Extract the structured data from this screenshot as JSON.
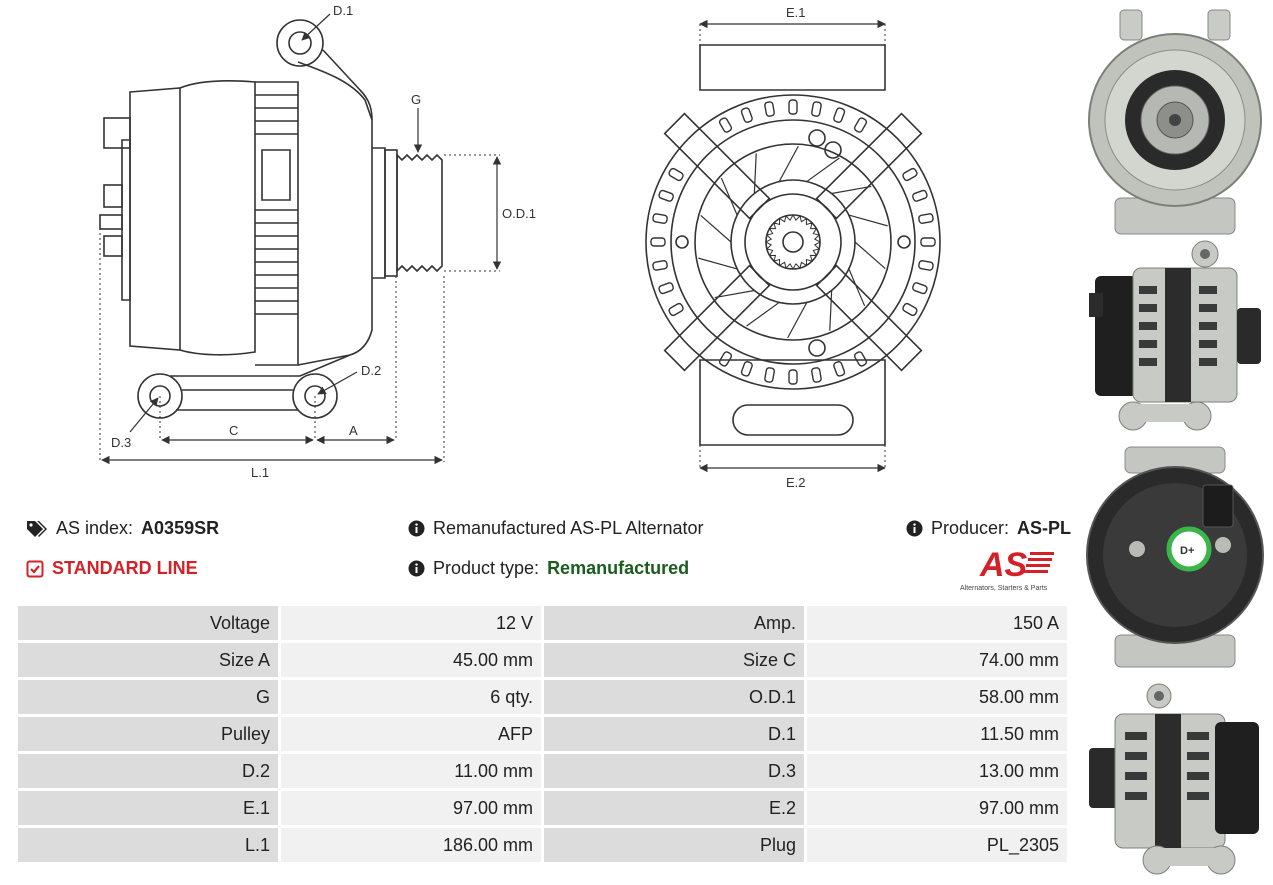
{
  "drawing_labels": {
    "d1": "D.1",
    "g": "G",
    "od1": "O.D.1",
    "d2": "D.2",
    "d3": "D.3",
    "c": "C",
    "a": "A",
    "l1": "L.1",
    "e1": "E.1",
    "e2": "E.2"
  },
  "info": {
    "as_index_label": "AS index:",
    "as_index_value": "A0359SR",
    "line": "STANDARD LINE",
    "description": "Remanufactured AS-PL Alternator",
    "producer_label": "Producer:",
    "producer_value": "AS-PL",
    "product_type_label": "Product type:",
    "product_type_value": "Remanufactured"
  },
  "logo": {
    "text": "AS",
    "tagline": "Alternators, Starters & Parts",
    "color": "#d42127"
  },
  "photo_badge": "D+",
  "specs": [
    [
      {
        "label": "Voltage",
        "value": "12 V"
      },
      {
        "label": "Amp.",
        "value": "150 A"
      }
    ],
    [
      {
        "label": "Size A",
        "value": "45.00 mm"
      },
      {
        "label": "Size C",
        "value": "74.00 mm"
      }
    ],
    [
      {
        "label": "G",
        "value": "6 qty."
      },
      {
        "label": "O.D.1",
        "value": "58.00 mm"
      }
    ],
    [
      {
        "label": "Pulley",
        "value": "AFP"
      },
      {
        "label": "D.1",
        "value": "11.50 mm"
      }
    ],
    [
      {
        "label": "D.2",
        "value": "11.00 mm"
      },
      {
        "label": "D.3",
        "value": "13.00 mm"
      }
    ],
    [
      {
        "label": "E.1",
        "value": "97.00 mm"
      },
      {
        "label": "E.2",
        "value": "97.00 mm"
      }
    ],
    [
      {
        "label": "L.1",
        "value": "186.00 mm"
      },
      {
        "label": "Plug",
        "value": "PL_2305"
      }
    ]
  ],
  "colors": {
    "accent_red": "#d42127",
    "type_green": "#1a5e1e",
    "label_cell": "#dcdcdc",
    "value_cell": "#f1f1f1"
  }
}
